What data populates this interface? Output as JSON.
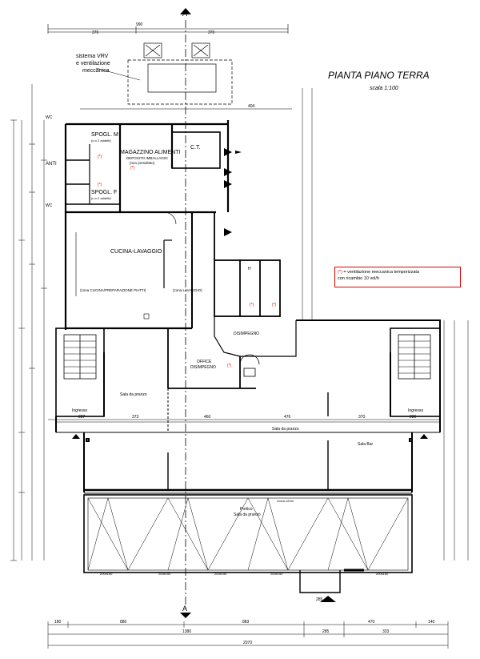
{
  "title": "PIANTA PIANO TERRA",
  "scale": "scala 1:100",
  "section_marker": "A",
  "vrv_note": [
    "sistema VRV",
    "e ventilazione",
    "meccanica"
  ],
  "legend_note": {
    "marker": "(*)",
    "line1": "= ventilazione meccanica temporizzata",
    "line2": "con ricambio 10 vol/h"
  },
  "rooms": {
    "spogl_m": "SPOGL. M",
    "spogl_f": "SPOGL. F",
    "spogl_sub": "(n.o 2 addetti)",
    "anti": "ANTI",
    "wc": "WC",
    "magazzino": "MAGAZZINO ALIMENTI",
    "magazzino_sub1": "DEPOSITO IMBALLAGGI",
    "magazzino_sub2": "(non presidiato)",
    "ct": "C.T.",
    "cucina": "CUCINA-LAVAGGIO",
    "zona_prep": "(zona CUCINA/PREPARAZIONE PIATTI)",
    "zona_lav": "(zona LAVAGGIO)",
    "disimpegno": "DISIMPEGNO",
    "office": "OFFICE",
    "office_sub": "DISIMPEGNO",
    "h": "H",
    "sala_pranzo_left": "Sala da pranzo",
    "ingresso": "Ingresso",
    "sala_pranzo_main": "Sala da pranzo",
    "sala_bar": "Sala Bar",
    "portico": "Portico",
    "portico_sub": "Sala da pranzo",
    "linea": "Linea 120m"
  },
  "dims": {
    "top_total": "990",
    "top_a": "376",
    "top_b": "370",
    "top_c": "404",
    "row_main": [
      "227",
      "373",
      "460",
      "476",
      "370",
      "236"
    ],
    "bottom_a": [
      "180",
      "880",
      "883",
      "470",
      "140"
    ],
    "bottom_b": [
      "1380",
      "285",
      "333"
    ],
    "bottom_total": "2070",
    "window_tag": "200x150",
    "stair_w": "285"
  }
}
